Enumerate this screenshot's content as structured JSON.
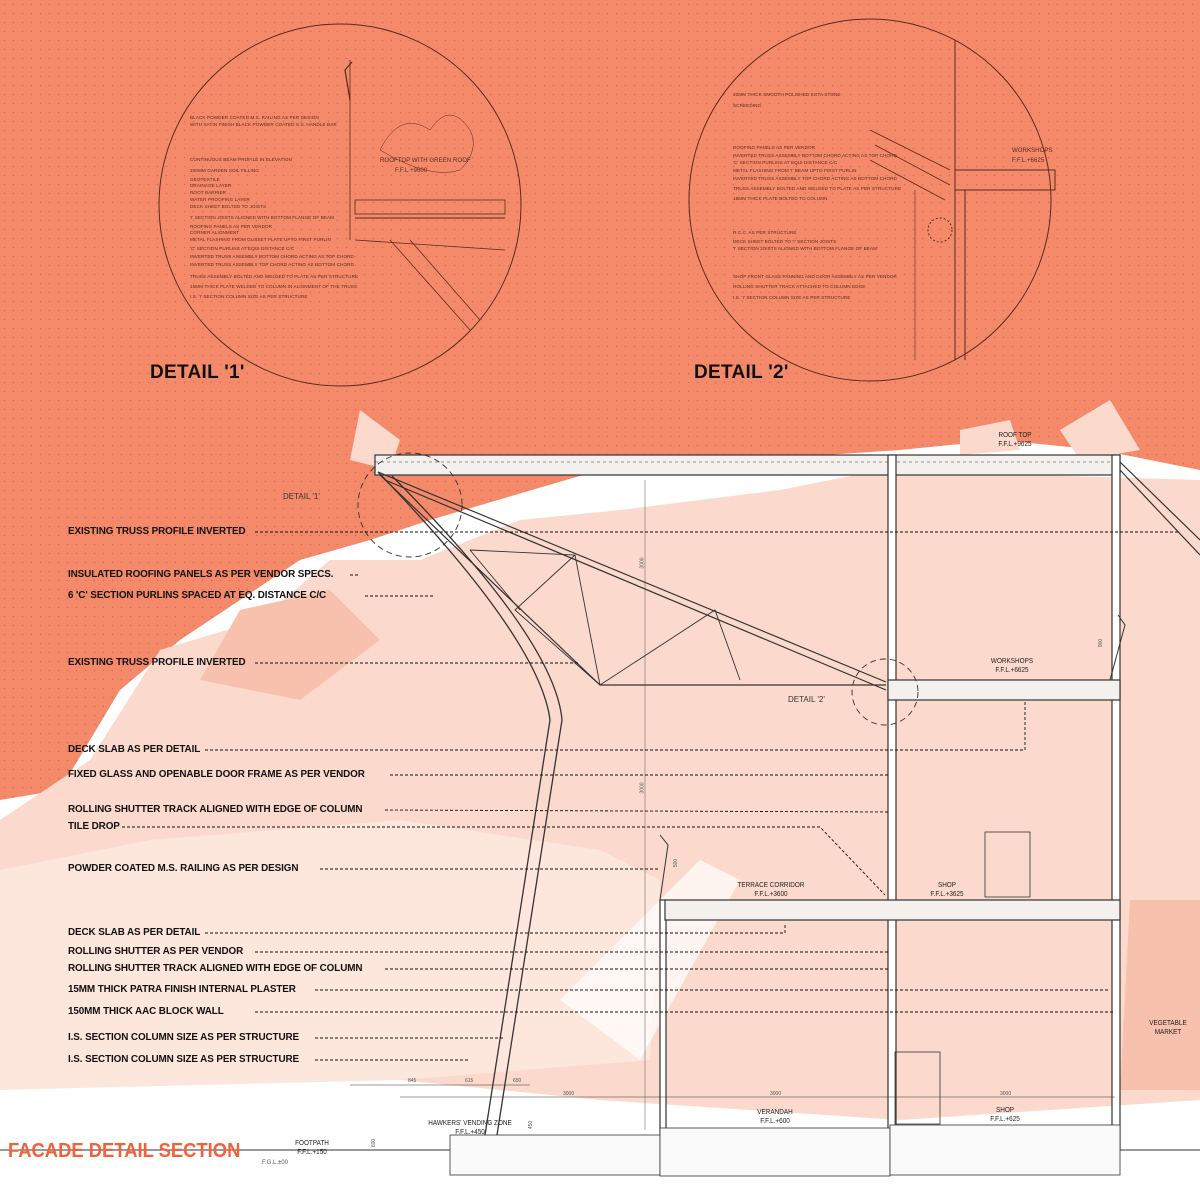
{
  "title": "FACADE DETAIL SECTION",
  "details": [
    {
      "title": "DETAIL '1'",
      "tag": "DETAIL '1'",
      "room": "ROOFTOP WITH GREEN ROOF",
      "level": "F.F.L.+9600",
      "notes": [
        "BLACK POWDER COATED M.S. RAILING AS PER DESIGN",
        "WITH SATIN FINISH BLACK POWDER COATED S.S. HANDLE BAR",
        "CONTINUOUS BEAM PROFILE IN ELEVATION",
        "200MM GARDEN SOIL FILLING",
        "GEOTEXTILE",
        "DRAINAGE LAYER",
        "ROOT BARRIER",
        "WATER PROOFING LAYER",
        "DECK SHEET BOLTED TO JOISTS",
        "'I' SECTION JOISTS ALIGNED WITH BOTTOM FLANGE OF BEAM",
        "ROOFING PANELS AS PER VENDOR",
        "CORNER ALIGNMENT",
        "METAL FLASHING FROM GUSSET PLATE UPTO FIRST PURLIN",
        "'C' SECTION PURLINS AT EQUI DISTANCE C/C",
        "INVERTED TRUSS ASSEMBLY BOTTOM CHORD ACTING AS TOP CHORD",
        "INVERTED TRUSS ASSEMBLY TOP CHORD ACTING AS BOTTOM CHORD",
        "TRUSS ASSEMBLY BOLTED AND WELDED TO PLATE AS PER STRUCTURE",
        "15MM THICK PLATE WELDED TO COLUMN IN ALIGNMENT OF THE TRUSS",
        "I.S. 'I' SECTION COLUMN SIZE AS PER STRUCTURE"
      ]
    },
    {
      "title": "DETAIL '2'",
      "tag": "DETAIL '2'",
      "room": "WORKSHOPS",
      "level": "F.F.L.+6625",
      "notes": [
        "20MM THICK SMOOTH POLISHED KOTA STONE",
        "SCREEDING",
        "ROOFING PANELS AS PER VENDOR",
        "INVERTED TRUSS ASSEMBLY BOTTOM CHORD ACTING AS TOP CHORD",
        "'C' SECTION PURLINS AT EQUI DISTANCE C/C",
        "METAL FLASHING FROM 'I' BEAM UPTO FIRST PURLIN",
        "INVERTED TRUSS ASSEMBLY TOP CHORD ACTING AS BOTTOM CHORD",
        "TRUSS ASSEMBLY BOLTED AND WELDED TO PLATE AS PER STRUCTURE",
        "15MM THICK PLATE BOLTED TO COLUMN",
        "R.C.C. AS PER STRUCTURE",
        "DECK SHEET BOLTED TO 'I' SECTION JOISTS",
        "'I' SECTION JOISTS ALIGNED WITH BOTTOM FLANGE OF BEAM",
        "SHOP FRONT GLASS PANNING AND DOOR ASSEMBLY AS PER VENDOR",
        "ROLLING SHUTTER TRACK ATTACHED TO COLUMN EDGE",
        "I.S. 'I' SECTION COLUMN SIZE AS PER STRUCTURE"
      ]
    }
  ],
  "annotations": [
    "EXISTING TRUSS PROFILE INVERTED",
    "INSULATED ROOFING PANELS AS PER VENDOR SPECS.",
    "6 'C' SECTION PURLINS SPACED AT EQ. DISTANCE C/C",
    "EXISTING TRUSS PROFILE INVERTED",
    "DECK SLAB AS PER DETAIL",
    "FIXED GLASS AND OPENABLE DOOR FRAME AS PER VENDOR",
    "ROLLING SHUTTER TRACK ALIGNED WITH EDGE OF COLUMN",
    "TILE DROP",
    "POWDER COATED M.S. RAILING AS PER DESIGN",
    "DECK SLAB AS PER DETAIL",
    "ROLLING SHUTTER AS PER VENDOR",
    "ROLLING SHUTTER TRACK ALIGNED WITH EDGE OF COLUMN",
    "15MM THICK PATRA FINISH INTERNAL PLASTER",
    "150MM THICK AAC BLOCK WALL",
    "I.S. SECTION COLUMN SIZE AS PER STRUCTURE",
    "I.S. SECTION COLUMN SIZE AS PER STRUCTURE"
  ],
  "rooms": [
    {
      "name": "ROOF TOP",
      "level": "F.F.L.+9625"
    },
    {
      "name": "WORKSHOPS",
      "level": "F.F.L.+6625"
    },
    {
      "name": "TERRACE CORRIDOR",
      "level": "F.F.L.+3600"
    },
    {
      "name": "SHOP",
      "level": "F.F.L.+3625"
    },
    {
      "name": "HAWKERS' VENDING ZONE",
      "level": "F.F.L.+450"
    },
    {
      "name": "VERANDAH",
      "level": "F.F.L.+600"
    },
    {
      "name": "SHOP",
      "level": "F.F.L.+625"
    },
    {
      "name": "FOOTPATH",
      "level": "F.F.L.+150"
    },
    {
      "name": "VEGETABLE",
      "level": "MARKET"
    }
  ],
  "ground_level": "F.G.L.±00",
  "dimensions": [
    "845",
    "615",
    "650",
    "3000",
    "3000",
    "3000",
    "3000",
    "3000",
    "900",
    "500",
    "450",
    "600"
  ],
  "colors": {
    "background": "#f48a6a",
    "silhouette": "#fbdacd",
    "title": "#f0623c",
    "line": "#333333"
  }
}
